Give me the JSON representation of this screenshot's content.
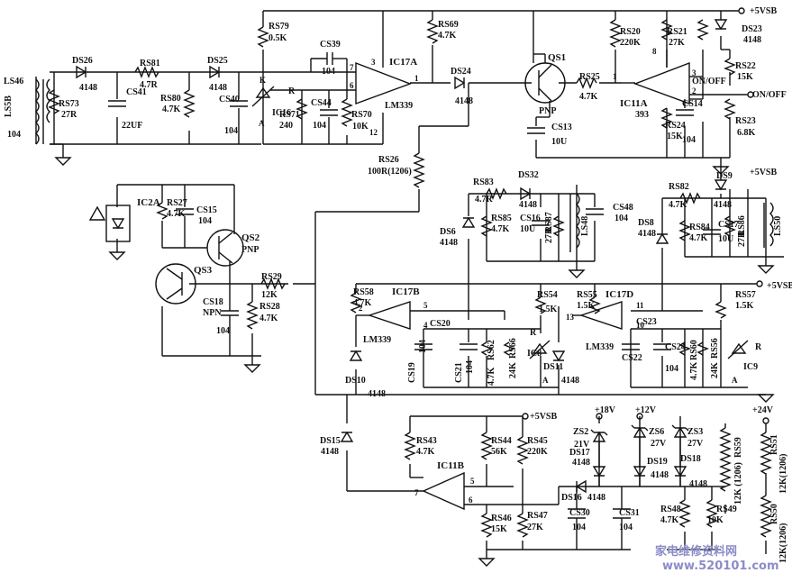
{
  "labels": {
    "ic17a": "IC17A",
    "ic17a_type": "LM339",
    "ic17b": "IC17B",
    "ic17b_type": "LM339",
    "ic17d": "IC17D",
    "ic17d_type": "LM339",
    "ic11a": "IC11A",
    "ic11a_type": "393",
    "ic11b": "IC11B",
    "ic16": "IC16",
    "ic8": "IC8",
    "ic9": "IC9",
    "ic2a": "IC2A",
    "rs79": "RS79",
    "rs79_v": "0.5K",
    "rs69": "RS69",
    "rs69_v": "4.7K",
    "cs39": "CS39",
    "cs39_v": "104",
    "ds26": "DS26",
    "ds26_v": "4148",
    "rs81": "RS81",
    "rs81_v": "4.7R",
    "ds25": "DS25",
    "ds25_v": "4148",
    "ls46": "LS46",
    "ls5b": "LS5B",
    "ls46_v": "104",
    "rs73": "RS73",
    "rs73_v": "27R",
    "cs41": "CS41",
    "cs41_v": "22UF",
    "rs80": "RS80",
    "rs80_v": "4.7K",
    "cs40": "CS40",
    "cs40_v": "104",
    "cs44": "CS44",
    "cs44_v": "104",
    "rs71": "RS71",
    "rs71_v": "240",
    "rs70": "RS70",
    "rs70_v": "10K",
    "ds24": "DS24",
    "ds24_v": "4148",
    "rs26": "RS26",
    "rs26_v": "100R(1206)",
    "qs1": "QS1",
    "qs1_t": "PNP",
    "rs25": "RS25",
    "rs25_v": "4.7K",
    "cs13": "CS13",
    "cs13_v": "10U",
    "rs20": "RS20",
    "rs20_v": "220K",
    "rs21": "RS21",
    "rs21_v": "27K",
    "rs24": "RS24",
    "rs24_v": "15K",
    "cs14": "CS14",
    "cs14_v": "104",
    "rs22": "RS22",
    "rs22_v": "15K",
    "rs23": "RS23",
    "rs23_v": "6.8K",
    "ds23": "DS23",
    "ds23_v": "4148",
    "vsb": "+5VSB",
    "onoff": "ON/OFF",
    "rs27": "RS27",
    "rs27_v": "4.7K",
    "cs15": "CS15",
    "cs15_v": "104",
    "qs2": "QS2",
    "qs2_t": "PNP",
    "qs3": "QS3",
    "cs18": "CS18",
    "cs18_t": "NPN",
    "cs18_v": "104",
    "rs29": "RS29",
    "rs29_v": "12K",
    "rs28": "RS28",
    "rs28_v": "4.7K",
    "rs83": "RS83",
    "rs83_v": "4.7R",
    "ds32": "DS32",
    "ds32_v": "4148",
    "rs85": "RS85",
    "rs85_v": "4.7K",
    "cs16": "CS16",
    "cs16_v": "10U",
    "rs87": "RS87",
    "rs87_v": "27R",
    "ls48": "LS48",
    "cs48": "CS48",
    "cs48_v": "104",
    "ds6": "DS6",
    "ds6_v": "4148",
    "rs82": "RS82",
    "rs82_v": "4.7K",
    "ds9": "DS9",
    "ds9_v": "4148",
    "ds8": "DS8",
    "ds8_v": "4148",
    "rs84": "RS84",
    "rs84_v": "4.7K",
    "cs17": "CS17",
    "cs17_v": "10U",
    "rs86": "RS86",
    "rs86_v": "27R",
    "ls50": "LS50",
    "rs58": "RS58",
    "rs58_v": "4.7K",
    "cs20": "CS20",
    "cs19": "CS19",
    "cs19_v": "104",
    "cs21": "CS21",
    "cs21_v": "104",
    "rs62": "RS62",
    "rs62_v": "4.7K",
    "rs66": "RS66",
    "rs66_v": "24K",
    "rs54": "RS54",
    "rs54_v": "1.5K",
    "ds10": "DS10",
    "ds10_v": "4148",
    "ds11": "DS11",
    "ds11_v": "4148",
    "rs55": "RS55",
    "rs55_v": "1.5K",
    "cs23": "CS23",
    "cs22": "CS22",
    "cs24": "CS24",
    "cs24_v": "104",
    "rs60": "RS60",
    "rs60_v": "4.7K",
    "rs56": "RS56",
    "rs56_v": "24K",
    "rs57": "RS57",
    "rs57_v": "1.5K",
    "ds15": "DS15",
    "ds15_v": "4148",
    "rs43": "RS43",
    "rs43_v": "4.7K",
    "rs44": "RS44",
    "rs44_v": "56K",
    "rs45": "RS45",
    "rs45_v": "220K",
    "rs46": "RS46",
    "rs46_v": "15K",
    "rs47": "RS47",
    "rs47_v": "27K",
    "cs30": "CS30",
    "cs30_v": "104",
    "cs31": "CS31",
    "cs31_v": "104",
    "zs2": "ZS2",
    "zs2_v": "21V",
    "zs6": "ZS6",
    "zs6_v": "27V",
    "zs3": "ZS3",
    "zs3_v": "27V",
    "ds17": "DS17",
    "ds17_v": "4148",
    "ds16": "DS16",
    "ds16_v": "4148",
    "ds19": "DS19",
    "ds19_v": "4148",
    "ds18": "DS18",
    "ds18_v": "4148",
    "rs48": "RS48",
    "rs48_v": "4.7K",
    "rs49": "RS49",
    "rs49_v": "10K",
    "rs59": "RS59",
    "rs59_v": "12K (1206)",
    "rs51": "RS51",
    "rs51_v": "12K(1206)",
    "rs50": "RS50",
    "rs50_v": "12K(1206)",
    "v18": "+18V",
    "v12": "+12V",
    "v24": "+24V",
    "r": "R",
    "a": "A",
    "k": "K",
    "watermark": "家电维修资料网",
    "watermark_url": "www.520101.com"
  }
}
